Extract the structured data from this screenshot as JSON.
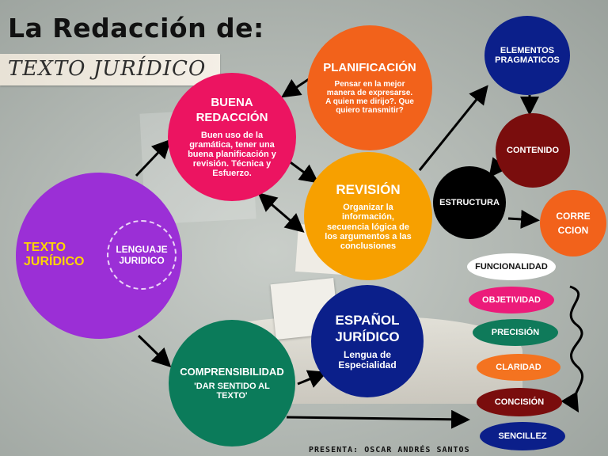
{
  "header": {
    "title": "La Redacción de:",
    "subtitle": "TEXTO JURÍDICO"
  },
  "nodes": {
    "texto_juridico": "TEXTO JURÍDICO",
    "lenguaje_juridico": "LENGUAJE JURIDICO",
    "buena_redaccion": {
      "title": "BUENA REDACCIÓN",
      "body": "Buen uso de la gramática, tener una buena planificación y revisión. Técnica y Esfuerzo."
    },
    "planificacion": {
      "title": "PLANIFICACIÓN",
      "body": "Pensar en la mejor manera de expresarse. A quien me dirijo?. Que quiero transmitir?"
    },
    "revision": {
      "title": "REVISIÓN",
      "body": "Organizar la información, secuencia lógica de los argumentos a las conclusiones"
    },
    "elementos_pragmaticos": "ELEMENTOS PRAGMATICOS",
    "contenido": "CONTENIDO",
    "estructura": "ESTRUCTURA",
    "correccion": "CORRE CCION",
    "espanol_juridico": {
      "title": "ESPAÑOL JURÍDICO",
      "body": "Lengua de Especialidad"
    },
    "comprensibilidad": {
      "title": "COMPRENSIBILIDAD",
      "body": "'DAR SENTIDO AL TEXTO'"
    }
  },
  "qualities": [
    {
      "label": "FUNCIONALIDAD",
      "color": "#ffffff",
      "text_color": "#111111"
    },
    {
      "label": "OBJETIVIDAD",
      "color": "#ec1b7a",
      "text_color": "#ffffff"
    },
    {
      "label": "PRECISIÓN",
      "color": "#0f7a5a",
      "text_color": "#ffffff"
    },
    {
      "label": "CLARIDAD",
      "color": "#f47320",
      "text_color": "#ffffff"
    },
    {
      "label": "CONCISIÓN",
      "color": "#7a0d0d",
      "text_color": "#ffffff"
    },
    {
      "label": "SENCILLEZ",
      "color": "#0b1f8a",
      "text_color": "#ffffff"
    }
  ],
  "footer": {
    "credit": "PRESENTA: OSCAR ANDRÉS SANTOS"
  },
  "colors": {
    "purple": "#9b2fd6",
    "magenta": "#ec1461",
    "orange": "#f2621b",
    "amber": "#f7a000",
    "navy": "#0b1f8a",
    "green": "#0b7b5a",
    "maroon": "#7a0d0d",
    "black": "#000000",
    "accent_yellow": "#ffd400"
  }
}
